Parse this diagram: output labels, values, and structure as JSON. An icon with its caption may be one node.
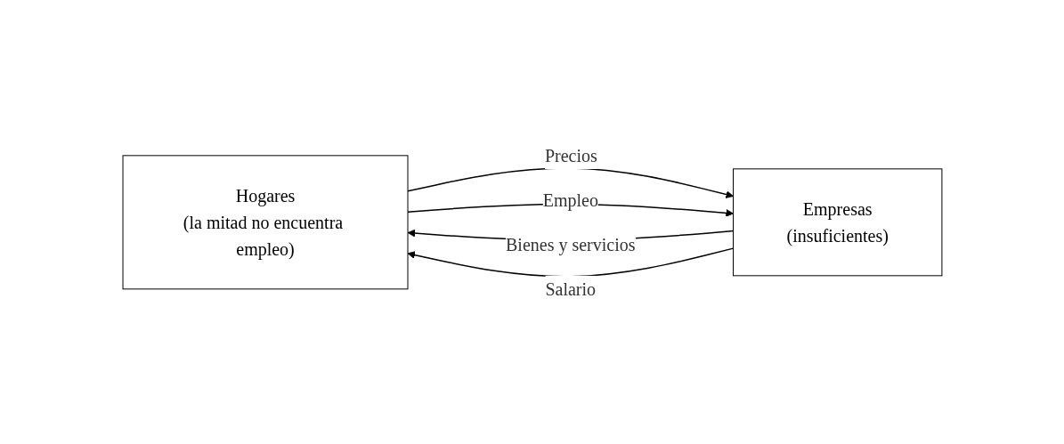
{
  "diagram": {
    "nodes": [
      {
        "text": [
          "Hogares",
          "(la mitad no encuentra empleo)"
        ]
      },
      {
        "text": [
          "Empresas",
          "(insuficientes)"
        ]
      }
    ],
    "edges": [
      {
        "from": 0,
        "to": 1,
        "arrow": "to",
        "label": "Precios"
      },
      {
        "from": 1,
        "to": 0,
        "arrow": "to",
        "label": "Bienes y servicios"
      },
      {
        "from": 0,
        "to": 1,
        "arrow": "to",
        "label": "Empleo"
      },
      {
        "from": 1,
        "to": 0,
        "arrow": "to",
        "label": "Salario"
      }
    ]
  }
}
